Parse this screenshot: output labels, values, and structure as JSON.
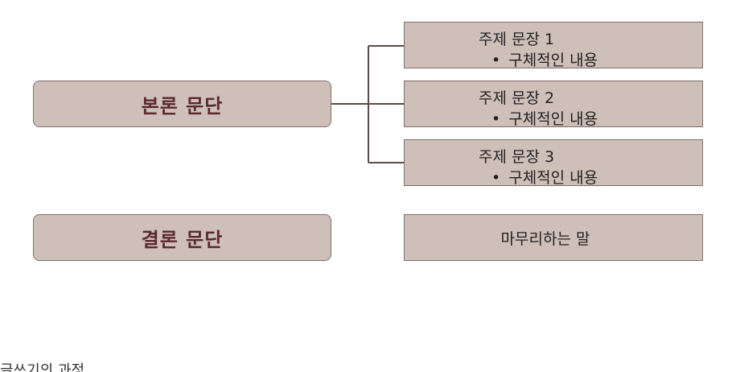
{
  "sections": {
    "body": {
      "label": "본론 문단"
    },
    "conclusion": {
      "label": "결론 문단"
    }
  },
  "details": [
    {
      "topic": "주제 문장 1",
      "bullet": "•",
      "content": "구체적인 내용"
    },
    {
      "topic": "주제 문장 2",
      "bullet": "•",
      "content": "구체적인 내용"
    },
    {
      "topic": "주제 문장 3",
      "bullet": "•",
      "content": "구체적인 내용"
    }
  ],
  "closing": {
    "label": "마무리하는 말"
  },
  "caption": {
    "text": "글쓰기의 과정"
  },
  "colors": {
    "box_fill": "#cfbfb9",
    "box_border": "#7d6f6b",
    "section_text": "#5a2a2e",
    "connector": "#5b4a47"
  }
}
